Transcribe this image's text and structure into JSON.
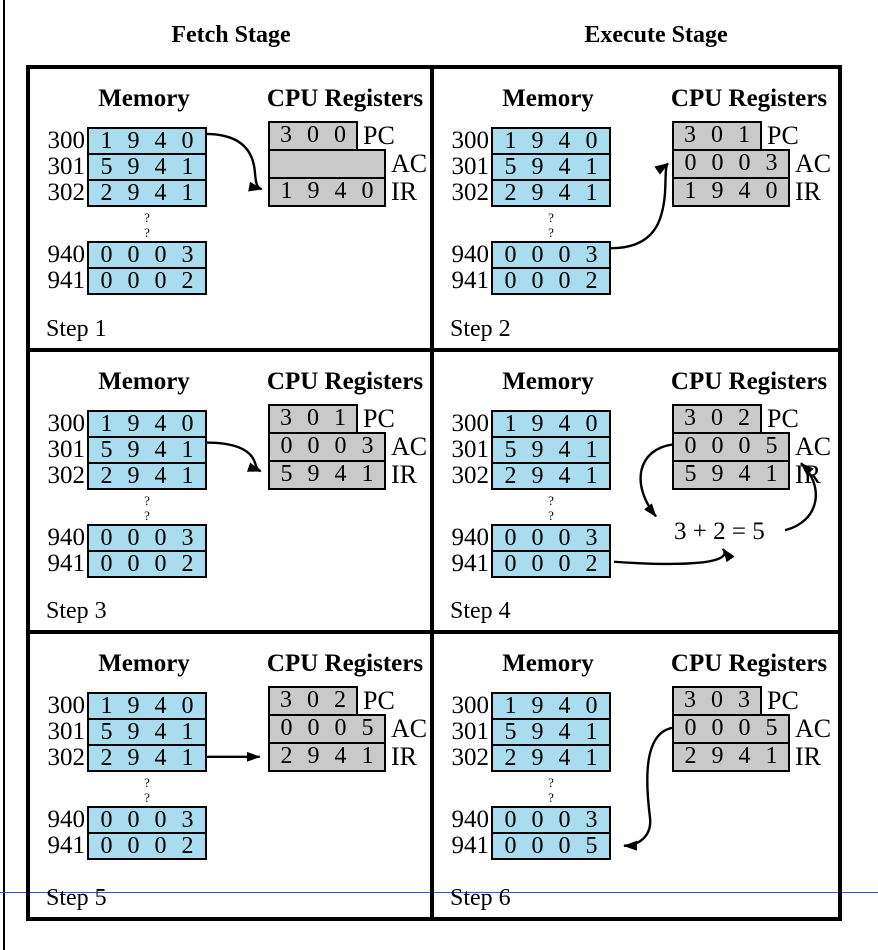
{
  "stage_headers": {
    "fetch": "Fetch Stage",
    "execute": "Execute Stage"
  },
  "labels": {
    "memory_title": "Memory",
    "cpu_title": "CPU Registers",
    "pc": "PC",
    "ac": "AC",
    "ir": "IR",
    "gap": "?"
  },
  "panels": [
    {
      "step": "Step 1",
      "memory": [
        {
          "addr": "300",
          "value": "1 9 4 0"
        },
        {
          "addr": "301",
          "value": "5 9 4 1"
        },
        {
          "addr": "302",
          "value": "2 9 4 1"
        },
        {
          "addr": "940",
          "value": "0 0 0 3"
        },
        {
          "addr": "941",
          "value": "0 0 0 2"
        }
      ],
      "registers": {
        "pc": "3 0 0",
        "ac": "",
        "ir": "1 9 4 0"
      },
      "arrows": [
        {
          "from": "memory-300",
          "to": "IR"
        }
      ]
    },
    {
      "step": "Step 2",
      "memory": [
        {
          "addr": "300",
          "value": "1 9 4 0"
        },
        {
          "addr": "301",
          "value": "5 9 4 1"
        },
        {
          "addr": "302",
          "value": "2 9 4 1"
        },
        {
          "addr": "940",
          "value": "0 0 0 3"
        },
        {
          "addr": "941",
          "value": "0 0 0 2"
        }
      ],
      "registers": {
        "pc": "3 0 1",
        "ac": "0 0 0 3",
        "ir": "1 9 4 0"
      },
      "arrows": [
        {
          "from": "memory-940",
          "to": "AC"
        }
      ]
    },
    {
      "step": "Step 3",
      "memory": [
        {
          "addr": "300",
          "value": "1 9 4 0"
        },
        {
          "addr": "301",
          "value": "5 9 4 1"
        },
        {
          "addr": "302",
          "value": "2 9 4 1"
        },
        {
          "addr": "940",
          "value": "0 0 0 3"
        },
        {
          "addr": "941",
          "value": "0 0 0 2"
        }
      ],
      "registers": {
        "pc": "3 0 1",
        "ac": "0 0 0 3",
        "ir": "5 9 4 1"
      },
      "arrows": [
        {
          "from": "memory-301",
          "to": "IR"
        }
      ]
    },
    {
      "step": "Step 4",
      "memory": [
        {
          "addr": "300",
          "value": "1 9 4 0"
        },
        {
          "addr": "301",
          "value": "5 9 4 1"
        },
        {
          "addr": "302",
          "value": "2 9 4 1"
        },
        {
          "addr": "940",
          "value": "0 0 0 3"
        },
        {
          "addr": "941",
          "value": "0 0 0 2"
        }
      ],
      "registers": {
        "pc": "3 0 2",
        "ac": "0 0 0 5",
        "ir": "5 9 4 1"
      },
      "annotation": "3 + 2 = 5",
      "arrows": [
        {
          "from": "AC",
          "to": "annotation"
        },
        {
          "from": "memory-941",
          "to": "annotation"
        },
        {
          "from": "annotation",
          "to": "AC"
        }
      ]
    },
    {
      "step": "Step 5",
      "memory": [
        {
          "addr": "300",
          "value": "1 9 4 0"
        },
        {
          "addr": "301",
          "value": "5 9 4 1"
        },
        {
          "addr": "302",
          "value": "2 9 4 1"
        },
        {
          "addr": "940",
          "value": "0 0 0 3"
        },
        {
          "addr": "941",
          "value": "0 0 0 2"
        }
      ],
      "registers": {
        "pc": "3 0 2",
        "ac": "0 0 0 5",
        "ir": "2 9 4 1"
      },
      "arrows": [
        {
          "from": "memory-302",
          "to": "IR"
        }
      ]
    },
    {
      "step": "Step 6",
      "memory": [
        {
          "addr": "300",
          "value": "1 9 4 0"
        },
        {
          "addr": "301",
          "value": "5 9 4 1"
        },
        {
          "addr": "302",
          "value": "2 9 4 1"
        },
        {
          "addr": "940",
          "value": "0 0 0 3"
        },
        {
          "addr": "941",
          "value": "0 0 0 5"
        }
      ],
      "registers": {
        "pc": "3 0 3",
        "ac": "0 0 0 5",
        "ir": "2 9 4 1"
      },
      "arrows": [
        {
          "from": "AC",
          "to": "memory-941"
        }
      ]
    }
  ],
  "colors": {
    "memory_cell": "#a9dcee",
    "register_cell": "#c9c9c9",
    "border": "#000000",
    "rule_blue": "#3d4fd6"
  }
}
